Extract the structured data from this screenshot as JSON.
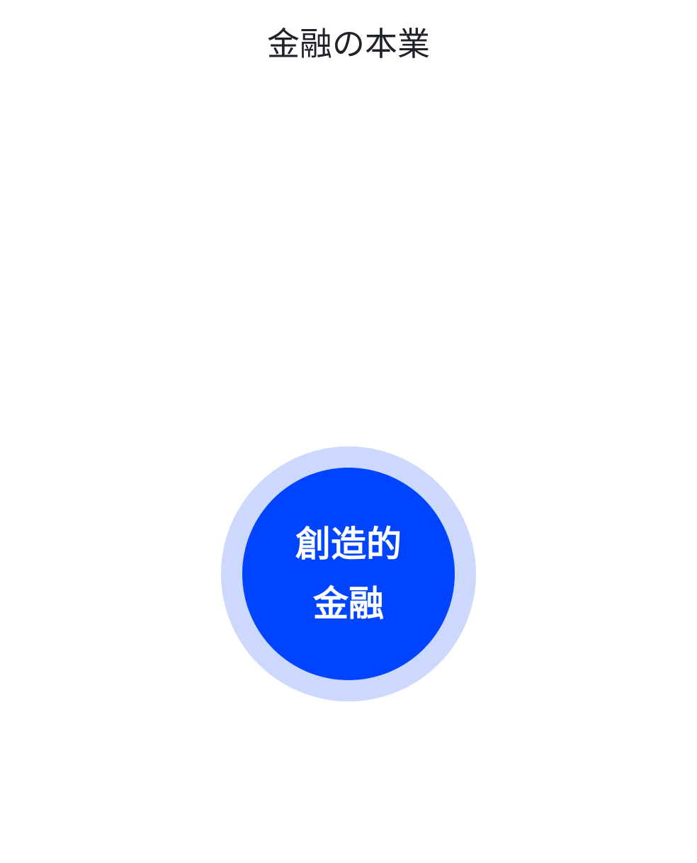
{
  "title": "金融の本業",
  "center_node": {
    "line1": "創造的",
    "line2": "金融"
  },
  "colors": {
    "title_text": "#1f2329",
    "halo_fill": "#ccd9fd",
    "core_fill": "#0044ff",
    "label_text": "#ffffff",
    "background": "#ffffff"
  }
}
